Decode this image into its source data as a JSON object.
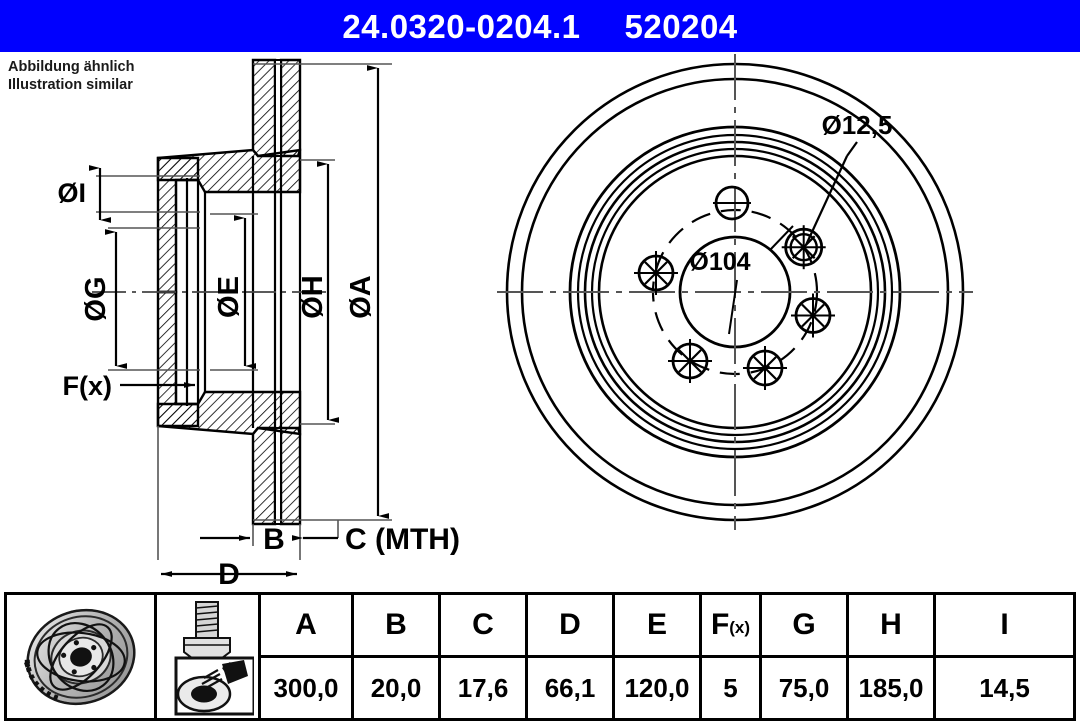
{
  "header": {
    "part_number": "24.0320-0204.1",
    "article_number": "520204",
    "background_color": "#0000ff",
    "text_color": "#ffffff"
  },
  "note": {
    "line_de": "Abbildung ähnlich",
    "line_en": "Illustration similar"
  },
  "drawing": {
    "section_view": {
      "labels": [
        {
          "id": "label-dia-I",
          "text": "ØI"
        },
        {
          "id": "label-dia-G",
          "text": "ØG"
        },
        {
          "id": "label-dia-E",
          "text": "ØE"
        },
        {
          "id": "label-dia-H",
          "text": "ØH"
        },
        {
          "id": "label-dia-A",
          "text": "ØA"
        },
        {
          "id": "label-F",
          "text": "F(x)"
        },
        {
          "id": "label-B",
          "text": "B"
        },
        {
          "id": "label-C",
          "text": "C (MTH)"
        },
        {
          "id": "label-D",
          "text": "D"
        }
      ]
    },
    "face_view": {
      "labels": [
        {
          "id": "label-hole-dia",
          "text": "Ø12,5"
        },
        {
          "id": "label-bolt-circle",
          "text": "Ø104"
        }
      ],
      "bolt_hole_count": 5
    }
  },
  "spec_table": {
    "icons": [
      {
        "id": "brake-disc-icon",
        "name": "brake-disc-photo"
      },
      {
        "id": "bolt-spray-icon",
        "name": "bolt-and-spray-icon"
      }
    ],
    "headers": [
      "A",
      "B",
      "C",
      "D",
      "E",
      "F",
      "G",
      "H",
      "I"
    ],
    "header_f_sub": "(x)",
    "values": [
      "300,0",
      "20,0",
      "17,6",
      "66,1",
      "120,0",
      "5",
      "75,0",
      "185,0",
      "14,5"
    ]
  }
}
